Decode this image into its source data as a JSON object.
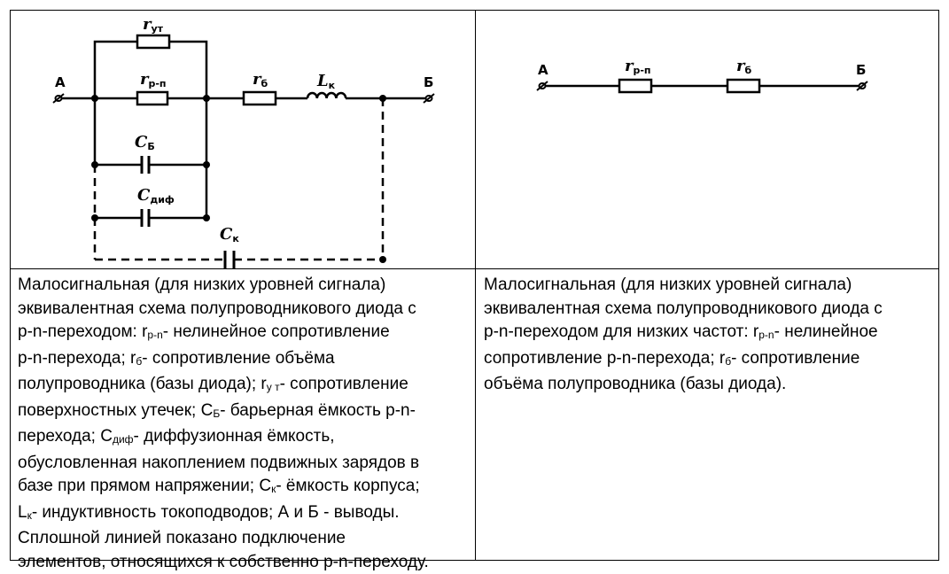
{
  "left_circuit": {
    "terminal_a": "А",
    "terminal_b": "Б",
    "r_leak": {
      "main": "r",
      "sub": "ут"
    },
    "r_pn": {
      "main": "r",
      "sub": "р-п"
    },
    "r_base": {
      "main": "r",
      "sub": "б"
    },
    "l_k": {
      "main": "L",
      "sub": "к"
    },
    "c_barrier": {
      "main": "C",
      "sub": "Б"
    },
    "c_diff": {
      "main": "C",
      "sub": "диф"
    },
    "c_case": {
      "main": "C",
      "sub": "к"
    }
  },
  "right_circuit": {
    "terminal_a": "А",
    "terminal_b": "Б",
    "r_pn": {
      "main": "r",
      "sub": "р-п"
    },
    "r_base": {
      "main": "r",
      "sub": "б"
    }
  },
  "left_text": [
    [
      "Малосигнальная (для низких уровней сигнала)"
    ],
    [
      "эквивалентная схема полупроводникового диода с"
    ],
    [
      "p-n-переходом: r",
      {
        "sub": "p-n"
      },
      "- нелинейное сопротивление"
    ],
    [
      "p-n-перехода; r",
      {
        "sub": "б"
      },
      "- сопротивление объёма"
    ],
    [
      "полупроводника (базы диода); r",
      {
        "sub": "у т"
      },
      "- сопротивление"
    ],
    [
      "поверхностных утечек; C",
      {
        "sub": "Б"
      },
      "- барьерная ёмкость p-n-"
    ],
    [
      "перехода; C",
      {
        "sub": "диф"
      },
      "- диффузионная ёмкость,"
    ],
    [
      "обусловленная накоплением подвижных зарядов в"
    ],
    [
      "базе при прямом напряжении; C",
      {
        "sub": "к"
      },
      "- ёмкость корпуса;"
    ],
    [
      "L",
      {
        "sub": "к"
      },
      "- индуктивность токоподводов; А и Б - выводы."
    ],
    [
      "Сплошной линией показано подключение"
    ],
    [
      "элементов, относящихся к собственно p-n-переходу."
    ]
  ],
  "right_text": [
    [
      "Малосигнальная (для низких уровней сигнала)"
    ],
    [
      "эквивалентная схема полупроводникового диода с"
    ],
    [
      "p-n-переходом для низких частот: r",
      {
        "sub": "p-n"
      },
      "- нелинейное"
    ],
    [
      "сопротивление p-n-перехода; r",
      {
        "sub": "б"
      },
      "- сопротивление"
    ],
    [
      "объёма полупроводника (базы диода)."
    ]
  ]
}
